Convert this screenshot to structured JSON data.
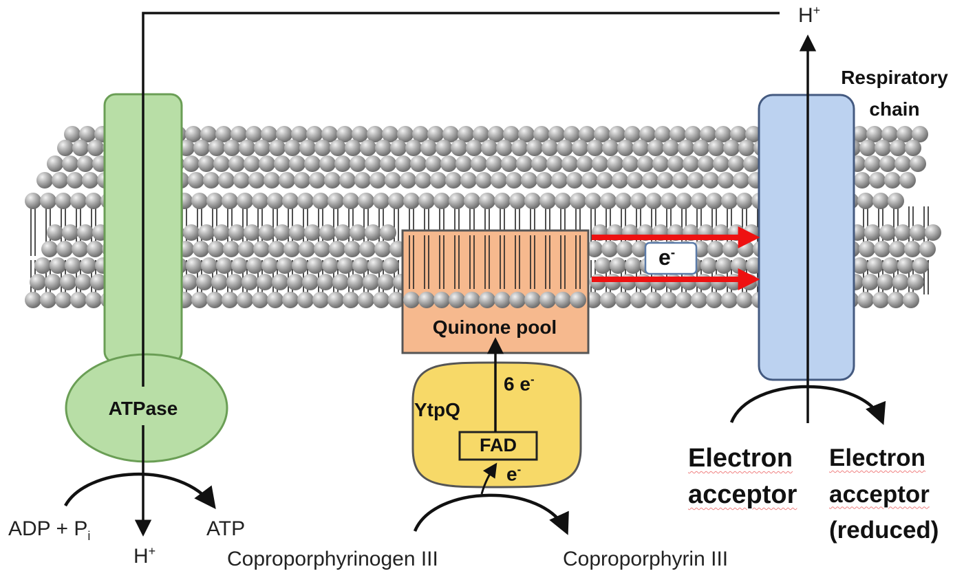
{
  "colors": {
    "lipid_head": "#9a9a9a",
    "atpase": "#b8dea6",
    "atpase_border": "#6a9e55",
    "quinone": "#f6b98e",
    "quinone_border": "#555555",
    "ytpq": "#f7d968",
    "ytpq_border": "#555555",
    "resp_chain": "#bcd2f0",
    "resp_chain_border": "#445a80",
    "electron_arrow": "#ee1111",
    "line": "#111111"
  },
  "labels": {
    "h_plus_top": "H",
    "h_plus_top_sup": "+",
    "respiratory_chain_line1": "Respiratory",
    "respiratory_chain_line2": "chain",
    "atpase": "ATPase",
    "quinone_pool": "Quinone pool",
    "electron_badge": "e",
    "electron_badge_sup": "-",
    "six_e": "6 e",
    "six_e_sup": "-",
    "ytpq": "YtpQ",
    "fad": "FAD",
    "e_small": "e",
    "e_small_sup": "-",
    "adp": "ADP + P",
    "adp_sub": "i",
    "atp": "ATP",
    "h_plus_bottom": "H",
    "h_plus_bottom_sup": "+",
    "coproporphyrinogen": "Coproporphyrinogen III",
    "coproporphyrin": "Coproporphyrin III",
    "acceptor_line1": "Electron",
    "acceptor_line2": "acceptor",
    "acceptor_reduced_line1": "Electron",
    "acceptor_reduced_line2": "acceptor",
    "acceptor_reduced_line3": "(reduced)"
  }
}
